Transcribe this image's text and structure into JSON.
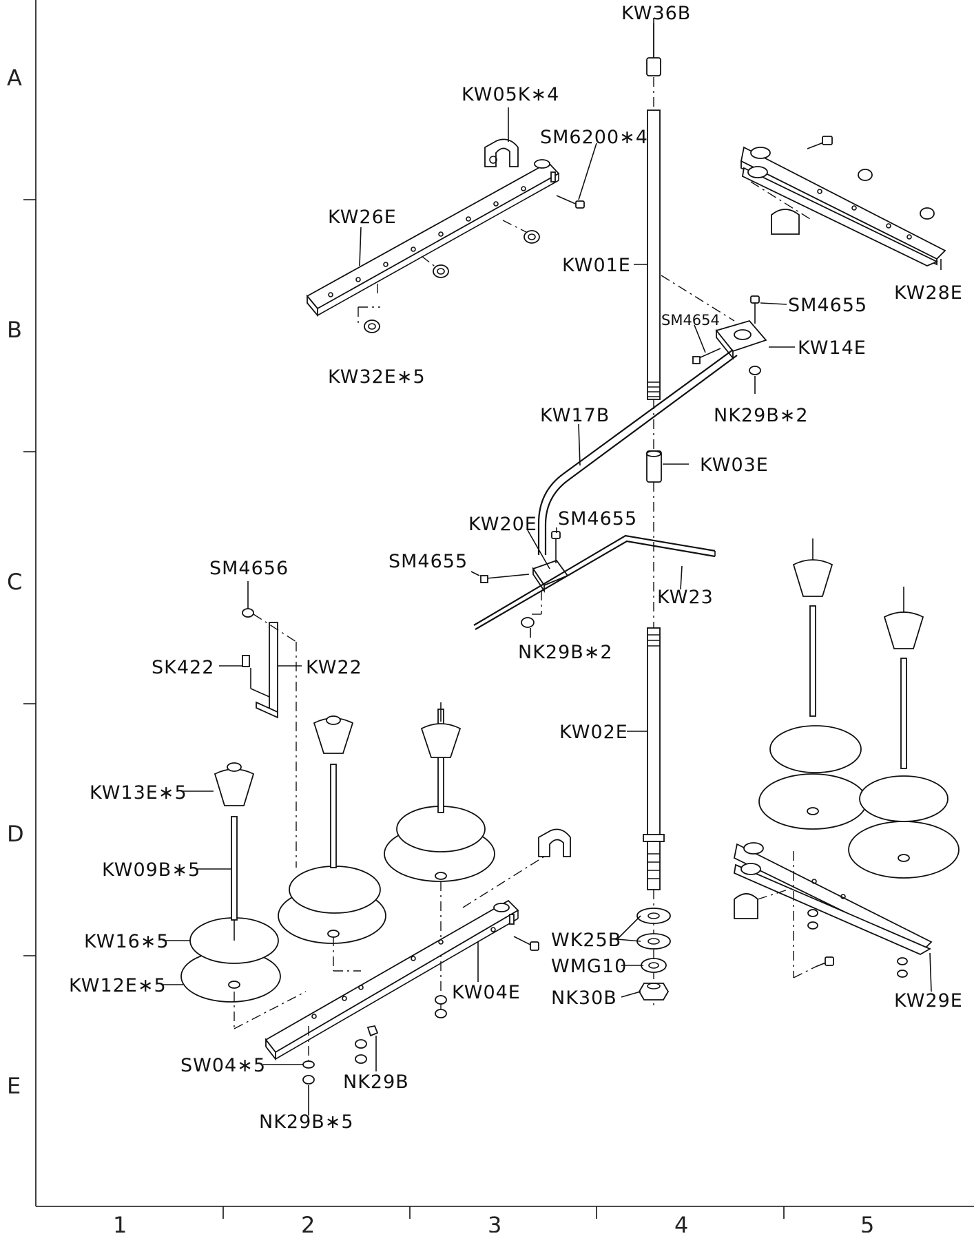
{
  "grid": {
    "rows": [
      "A",
      "B",
      "C",
      "D",
      "E"
    ],
    "columns": [
      "1",
      "2",
      "3",
      "4",
      "5"
    ]
  },
  "labels": {
    "kw36b": "KW36B",
    "kw05k": "KW05K∗4",
    "sm6200": "SM6200∗4",
    "kw26e": "KW26E",
    "kw28e": "KW28E",
    "kw01e": "KW01E",
    "sm4655_top": "SM4655",
    "sm4654": "SM4654",
    "kw14e": "KW14E",
    "kw32e": "KW32E∗5",
    "nk29b2_top": "NK29B∗2",
    "kw17b": "KW17B",
    "kw03e": "KW03E",
    "kw20e": "KW20E",
    "sm4655_mid": "SM4655",
    "sm4655_left": "SM4655",
    "sm4656": "SM4656",
    "kw23": "KW23",
    "nk29b2_mid": "NK29B∗2",
    "sk422": "SK422",
    "kw22": "KW22",
    "kw02e": "KW02E",
    "kw13e": "KW13E∗5",
    "kw09b": "KW09B∗5",
    "kw16": "KW16∗5",
    "kw12e": "KW12E∗5",
    "wk25b": "WK25B",
    "wmg10": "WMG10",
    "nk30b": "NK30B",
    "kw04e": "KW04E",
    "kw29e": "KW29E",
    "sw04": "SW04∗5",
    "nk29b": "NK29B",
    "nk29b5": "NK29B∗5"
  }
}
